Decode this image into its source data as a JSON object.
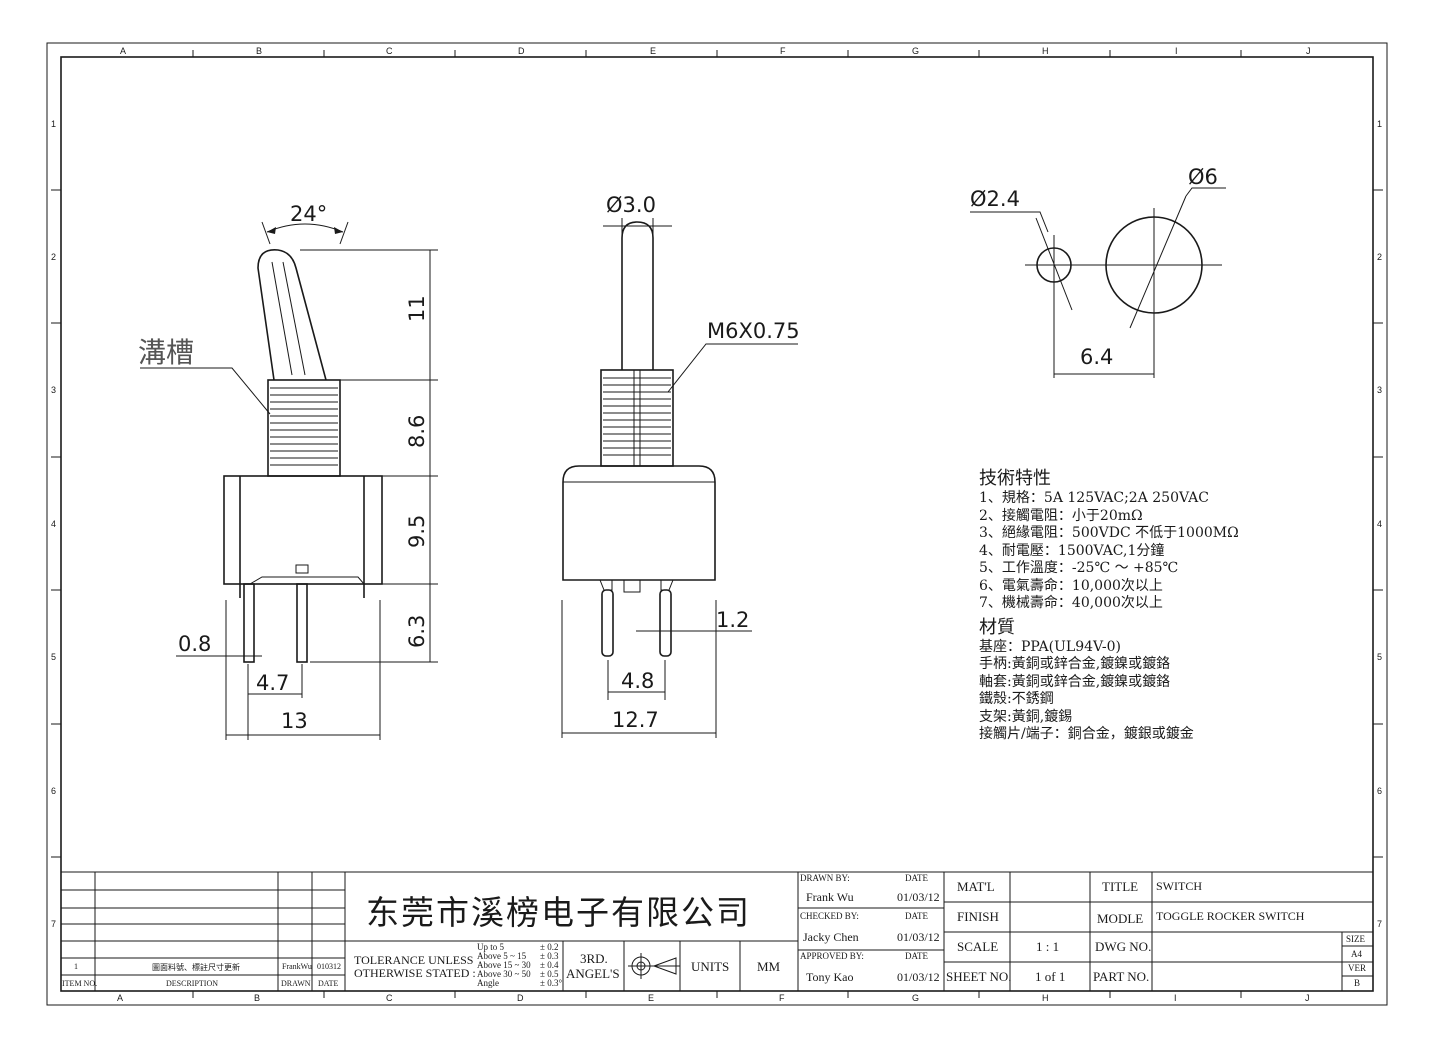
{
  "frame": {
    "col_labels": [
      "A",
      "B",
      "C",
      "D",
      "E",
      "F",
      "G",
      "H",
      "I",
      "J"
    ],
    "row_labels": [
      "1",
      "2",
      "3",
      "4",
      "5",
      "6",
      "7"
    ]
  },
  "drawing": {
    "view1": {
      "angle_label": "24°",
      "groove_label": "溝槽",
      "dims": {
        "h_lever": "11",
        "h_thread": "8.6",
        "h_body": "9.5",
        "h_pin": "6.3",
        "pin_width": "0.8",
        "pin_pitch": "4.7",
        "width": "13"
      }
    },
    "view2": {
      "dims": {
        "lever_dia": "Ø3.0",
        "thread": "M6X0.75",
        "pin_thk": "1.2",
        "pin_pitch": "4.8",
        "width": "12.7"
      }
    },
    "view3": {
      "dims": {
        "hole_small": "Ø2.4",
        "hole_large": "Ø6",
        "spacing": "6.4"
      }
    }
  },
  "specs": {
    "tech_title": "技術特性",
    "tech_items": [
      "1、規格：5A 125VAC;2A 250VAC",
      "2、接觸電阻：小于20mΩ",
      "3、絕緣電阻：500VDC 不低于1000MΩ",
      "4、耐電壓：1500VAC,1分鐘",
      "5、工作溫度：-25℃ ～ +85℃",
      "6、電氣壽命：10,000次以上",
      "7、機械壽命：40,000次以上"
    ],
    "mat_title": "材質",
    "mat_items": [
      "基座：PPA(UL94V-0)",
      "手柄:黃銅或鋅合金,鍍鎳或鍍鉻",
      "軸套:黃銅或鋅合金,鍍鎳或鍍鉻",
      "鐵殼:不銹鋼",
      "支架:黃銅,鍍錫",
      "接觸片/端子：銅合金，鍍銀或鍍金"
    ]
  },
  "title_block": {
    "revision": {
      "item_no": "1",
      "description": "圖面料號、標註尺寸更新",
      "drawn": "FrankWu",
      "date": "010312"
    },
    "headers": {
      "item_no": "ITEM NO.",
      "description": "DESCRIPTION",
      "drawn": "DRAWN",
      "date": "DATE"
    },
    "company": "东莞市溪榜电子有限公司",
    "tolerance_label_1": "TOLERANCE UNLESS",
    "tolerance_label_2": "OTHERWISE STATED :",
    "tolerance_rows": [
      {
        "range": "Up  to  5",
        "tol": "± 0.2"
      },
      {
        "range": "Above 5  ~ 15",
        "tol": "± 0.3"
      },
      {
        "range": "Above 15 ~ 30",
        "tol": "± 0.4"
      },
      {
        "range": "Above 30 ~ 50",
        "tol": "± 0.5"
      },
      {
        "range": "Angle",
        "tol": "± 0.3°"
      }
    ],
    "projection_1": "3RD.",
    "projection_2": "ANGEL'S",
    "units_label": "UNITS",
    "units_value": "MM",
    "drawn_by_label": "DRAWN BY:",
    "drawn_by": "Frank Wu",
    "drawn_date": "01/03/12",
    "checked_by_label": "CHECKED BY:",
    "checked_by": "Jacky Chen",
    "checked_date": "01/03/12",
    "approved_by_label": "APPROVED BY:",
    "approved_by": "Tony Kao",
    "approved_date": "01/03/12",
    "date_label": "DATE",
    "matl_label": "MAT'L",
    "finish_label": "FINISH",
    "scale_label": "SCALE",
    "scale_value": "1 : 1",
    "sheet_label": "SHEET NO.",
    "sheet_value": "1 of 1",
    "title_label": "TITLE",
    "title_value": "SWITCH",
    "modle_label": "MODLE",
    "modle_value": "TOGGLE ROCKER SWITCH",
    "dwg_label": "DWG NO.",
    "part_label": "PART NO.",
    "size_label": "SIZE",
    "size_value": "A4",
    "ver_label": "VER",
    "ver_value": "B"
  }
}
